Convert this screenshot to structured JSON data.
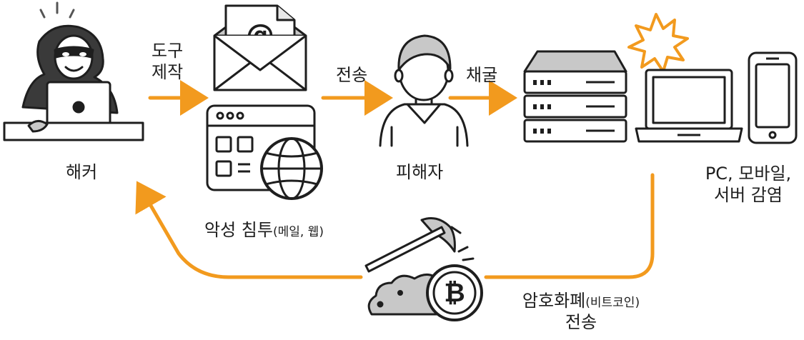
{
  "labels": {
    "hacker": "해커",
    "tool_line1": "도구",
    "tool_line2": "제작",
    "transmit": "전송",
    "mining": "채굴",
    "victim": "피해자",
    "infection_main": "악성 침투",
    "infection_sub": "(메일, 웹)",
    "infected_line1": "PC, 모바일,",
    "infected_line2": "서버 감염",
    "crypto_main": "암호화폐",
    "crypto_sub": "(비트코인)",
    "crypto_line2": "전송"
  },
  "icons": [
    "hacker-icon",
    "email-icon",
    "web-globe-icon",
    "victim-person-icon",
    "server-icon",
    "laptop-icon",
    "explosion-icon",
    "smartphone-icon",
    "pickaxe-icon",
    "bitcoin-coin-icon"
  ],
  "colors": {
    "accent": "#F29A1E",
    "ink": "#1e1e1e",
    "fill_gray": "#c8c8c8",
    "dark": "#3a3a3a"
  }
}
